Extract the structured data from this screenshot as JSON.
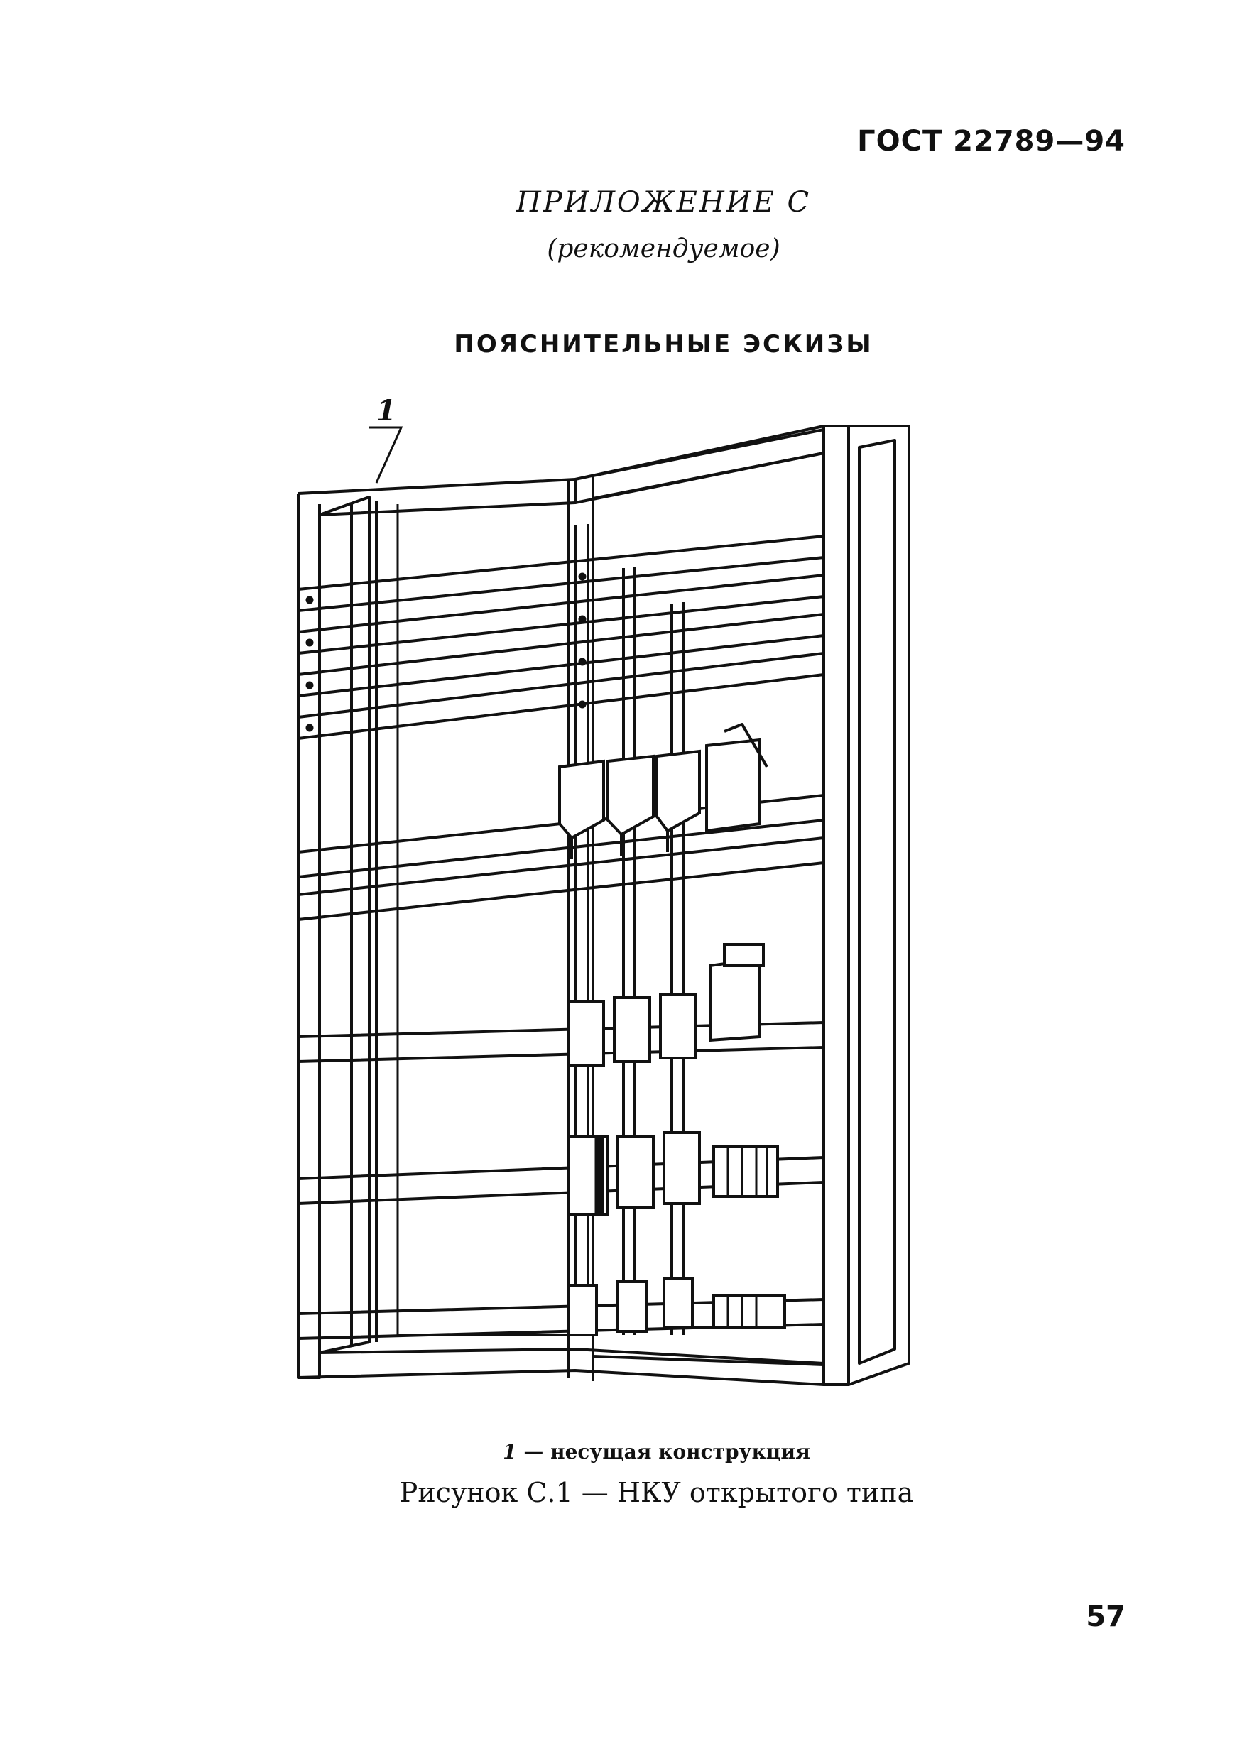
{
  "header": {
    "standard": "ГОСТ 22789—94"
  },
  "appendix": {
    "title": "ПРИЛОЖЕНИЕ С",
    "subtitle": "(рекомендуемое)"
  },
  "section": {
    "title": "ПОЯСНИТЕЛЬНЫЕ ЭСКИЗЫ"
  },
  "figure": {
    "callout_label": "1",
    "legend_number": "1",
    "legend_text": " — несущая конструкция",
    "caption": "Рисунок С.1 — НКУ открытого типа"
  },
  "footer": {
    "page_number": "57"
  }
}
